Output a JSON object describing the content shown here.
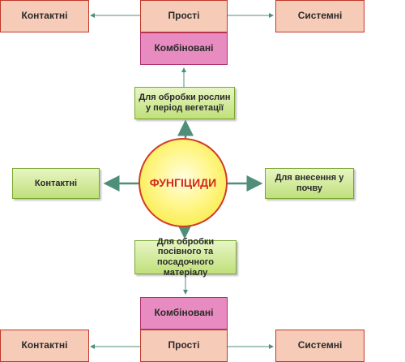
{
  "center": {
    "label": "ФУНГІЦИДИ"
  },
  "top": {
    "category": "Для обробки рослин у період вегетації",
    "combined": "Комбіновані",
    "simple": "Прості",
    "contact": "Контактні",
    "systemic": "Системні"
  },
  "left": {
    "contact": "Контактні"
  },
  "right": {
    "soil": "Для внесення у почву"
  },
  "bottom": {
    "category": "Для обробки посівного та посадочного матеріалу",
    "combined": "Комбіновані",
    "simple": "Прості",
    "contact": "Контактні",
    "systemic": "Системні"
  },
  "colors": {
    "peach_fill": "#f6cbb8",
    "pink_fill": "#e78bc0",
    "green_fill": "#c9e58a",
    "circle_fill": "#fff68a",
    "circle_text": "#d22a1e",
    "arrow": "#4f8f7a"
  }
}
